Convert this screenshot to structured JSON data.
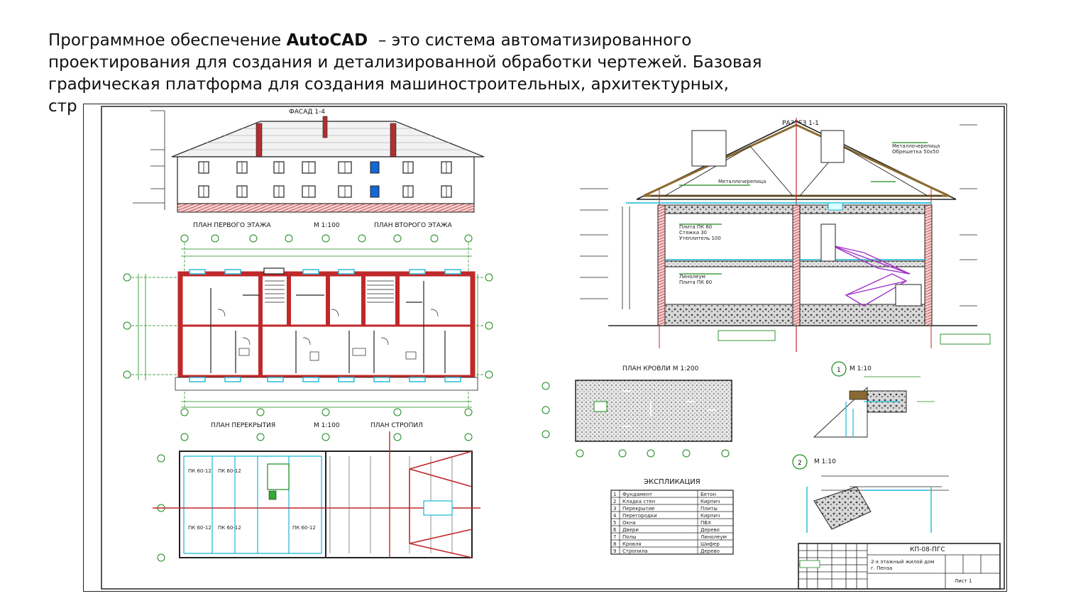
{
  "text": {
    "line1_prefix": "Программное обеспечение ",
    "brand": "AutoCAD",
    "line1_suffix": "  – это система автоматизированного",
    "line2": "проектирования для создания и детализированной обработки чертежей. Базовая",
    "line3": "графическая платформа для создания машиностроительных, архитектурных,",
    "line4": "стр"
  },
  "drawing": {
    "facade_title": "ФАСАД 1-4",
    "section_title": "РАЗРЕЗ 1-1",
    "plan1_title": "ПЛАН ПЕРВОГО ЭТАЖА",
    "plan1_scale": "М 1:100",
    "plan2_title": "ПЛАН ВТОРОГО ЭТАЖА",
    "foundation_title": "ПЛАН КРОВЛИ М 1:200",
    "floors_title": "ПЛАН ПЕРЕКРЫТИЯ",
    "floors_scale": "М 1:100",
    "rafters_title": "ПЛАН СТРОПИЛ",
    "node1_label": "1",
    "node1_scale": "М 1:10",
    "node2_label": "2",
    "node2_scale": "М 1:10",
    "spec_title": "ЭКСПЛИКАЦИЯ",
    "spec_rows": [
      {
        "n": "1",
        "name": "Фундамент",
        "val": "Бетон"
      },
      {
        "n": "2",
        "name": "Кладка стен",
        "val": "Кирпич"
      },
      {
        "n": "3",
        "name": "Перекрытие",
        "val": "Плиты"
      },
      {
        "n": "4",
        "name": "Перегородки",
        "val": "Кирпич"
      },
      {
        "n": "5",
        "name": "Окна",
        "val": "ПВХ"
      },
      {
        "n": "6",
        "name": "Двери",
        "val": "Дерево"
      },
      {
        "n": "7",
        "name": "Полы",
        "val": "Линолеум"
      },
      {
        "n": "8",
        "name": "Кровля",
        "val": "Шифер"
      },
      {
        "n": "9",
        "name": "Стропила",
        "val": "Дерево"
      }
    ],
    "stamp_title": "КП-08-ПГС",
    "stamp_text1": "2-х этажный жилой дом",
    "stamp_text2": "г. Пенза",
    "stamp_sheet": "Лист 1"
  },
  "colors": {
    "wall_red": "#c0282a",
    "roof_red": "#b03030",
    "line": "#222222",
    "cyan": "#18b8d8",
    "magenta": "#a030c8",
    "green": "#1a8a1a",
    "window_blue": "#1566d6"
  }
}
